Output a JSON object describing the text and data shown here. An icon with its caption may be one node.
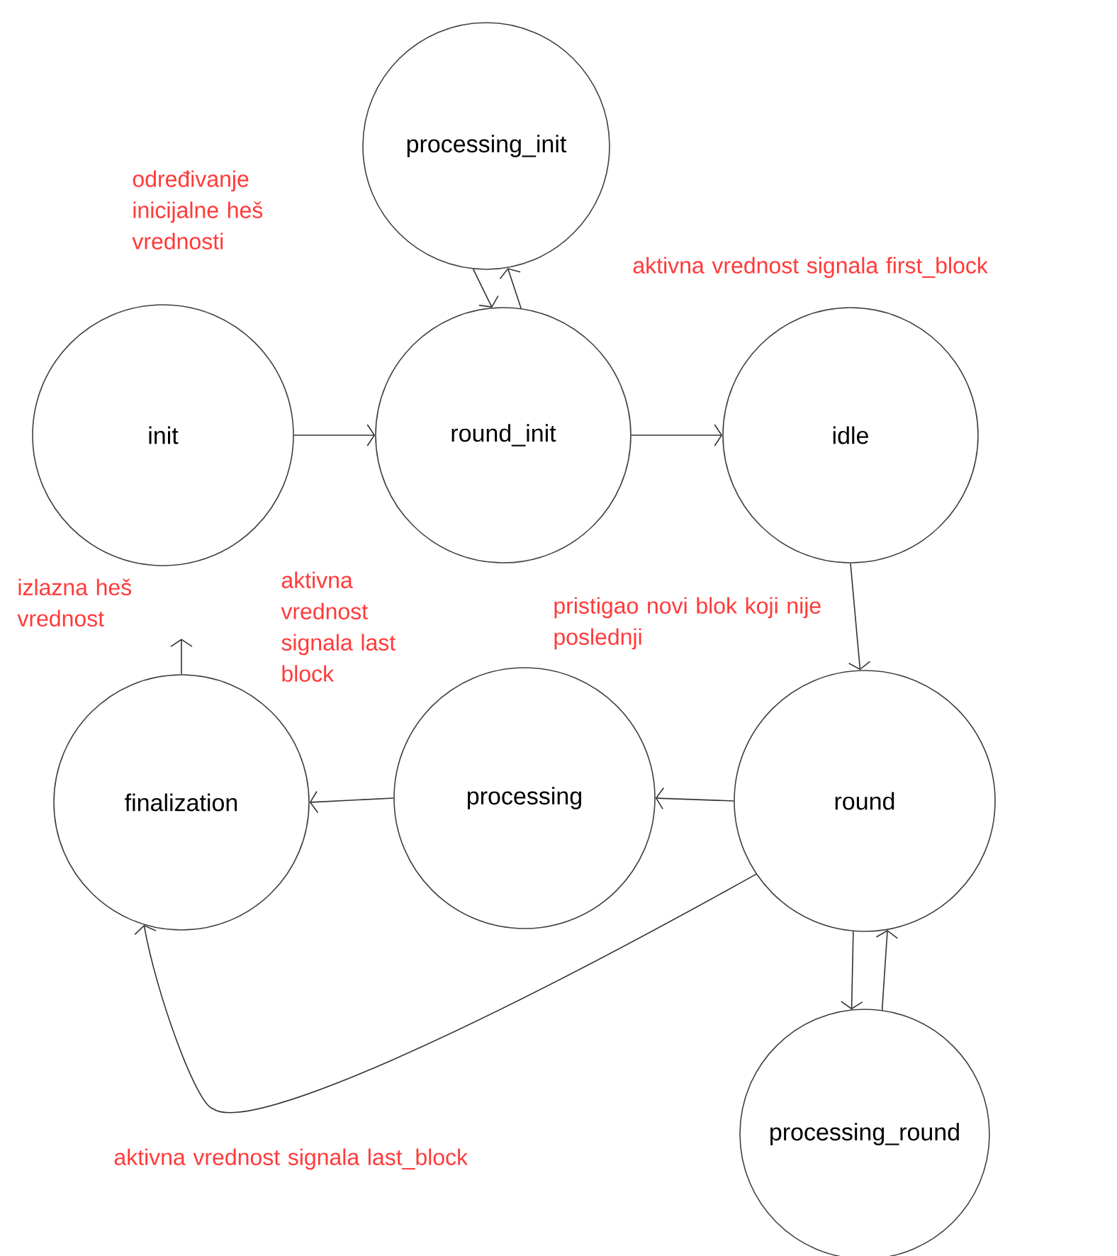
{
  "diagram": {
    "nodes": [
      {
        "text": [
          "processing_init"
        ]
      },
      {
        "text": [
          "init"
        ]
      },
      {
        "text": [
          "round_init"
        ]
      },
      {
        "text": [
          "idle"
        ]
      },
      {
        "text": [
          "finalization"
        ]
      },
      {
        "text": [
          "processing"
        ]
      },
      {
        "text": [
          "round"
        ]
      },
      {
        "text": [
          "processing_round"
        ]
      }
    ],
    "edges": [
      {
        "from": 1,
        "to": 2,
        "arrow": "to"
      },
      {
        "from": 0,
        "to": 2,
        "arrow": "to"
      },
      {
        "from": 2,
        "to": 0,
        "arrow": "to"
      },
      {
        "from": 2,
        "to": 3,
        "arrow": "to"
      },
      {
        "from": 3,
        "to": 6,
        "arrow": "to"
      },
      {
        "from": 6,
        "to": 5,
        "arrow": "to"
      },
      {
        "from": 5,
        "to": 4,
        "arrow": "to"
      },
      {
        "from": 4,
        "to": null,
        "arrow": "to"
      },
      {
        "from": 6,
        "to": 7,
        "arrow": "to"
      },
      {
        "from": 7,
        "to": 6,
        "arrow": "to"
      },
      {
        "from": 6,
        "to": 4,
        "arrow": "to"
      }
    ],
    "labels": [
      "određivanje inicijalne heš vrednosti",
      "aktivna vrednost signala first_block",
      "izlazna heš vrednost",
      "aktivna vrednost signala last block",
      "pristigao novi blok koji nije poslednji",
      "aktivna vrednost signala last_block"
    ]
  }
}
